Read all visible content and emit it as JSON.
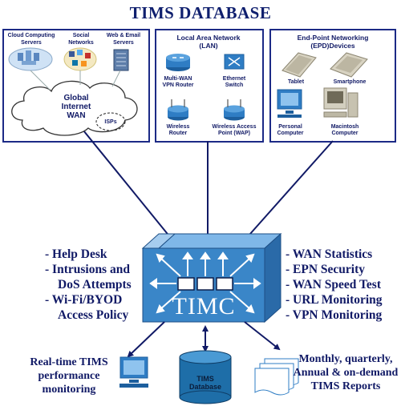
{
  "title": "TIMS DATABASE",
  "wan_panel": {
    "cloud_servers": "Cloud Computing Servers",
    "social_networks": "Social Networks",
    "web_email": "Web & Email Servers",
    "global_line1": "Global",
    "global_line2": "Internet",
    "global_line3": "WAN",
    "isps": "ISPs"
  },
  "lan_panel": {
    "heading_line1": "Local Area Network",
    "heading_line2": "(LAN)",
    "multiwan_line1": "Multi-WAN",
    "multiwan_line2": "VPN Router",
    "ethernet_line1": "Ethernet",
    "ethernet_line2": "Switch",
    "wireless_line1": "Wireless",
    "wireless_line2": "Router",
    "wap_line1": "Wireless Access",
    "wap_line2": "Point (WAP)"
  },
  "epn_panel": {
    "heading_line1": "End-Point Networking",
    "heading_line2": "(EPD)Devices",
    "tablet": "Tablet",
    "smartphone": "Smartphone",
    "pc_line1": "Personal",
    "pc_line2": "Computer",
    "mac_line1": "Macintosh",
    "mac_line2": "Computer"
  },
  "left_list": [
    "- Help Desk",
    "- Intrusions and",
    "DoS Attempts",
    "- Wi-Fi/BYOD",
    "Access Policy"
  ],
  "right_list": [
    "- WAN Statistics",
    "- EPN Security",
    "- WAN Speed Test",
    "- URL Monitoring",
    "- VPN Monitoring"
  ],
  "timc_label": "TIMC",
  "bottom": {
    "realtime_line1": "Real-time TIMS",
    "realtime_line2": "performance",
    "realtime_line3": "monitoring",
    "db_line1": "TIMS",
    "db_line2": "Database",
    "reports_line1": "Monthly, quarterly,",
    "reports_line2": "Annual & on-demand",
    "reports_line3": "TIMS Reports"
  },
  "colors": {
    "navy": "#111a66",
    "box_blue": "#3a86c8",
    "box_light": "#7fb7e8",
    "router_blue": "#2f7dc4",
    "db_blue": "#1e6ea8"
  }
}
